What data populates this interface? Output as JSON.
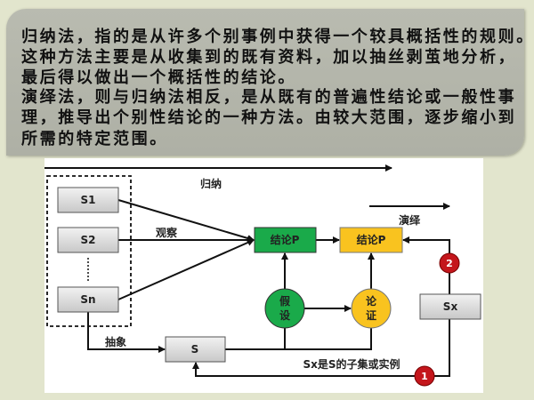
{
  "text": {
    "lines": [
      "归纳法，指的是从许多个别事例中获得一个较具概括性的规则。",
      "这种方法主要是从收集到的既有资料，加以抽丝剥茧地分析，",
      "最后得以做出一个概括性的结论。",
      "演绎法，则与归纳法相反，是从既有的普遍性结论或一般性事",
      "理，推导出个别性结论的一种方法。由较大范围，逐步缩小到",
      "所需的特定范围。"
    ]
  },
  "diagram": {
    "induction_label": "归纳",
    "deduction_label": "演绎",
    "observe_label": "观察",
    "abstract_label": "抽象",
    "boxes": {
      "s1": "S1",
      "s2": "S2",
      "sn": "Sn",
      "s": "S",
      "sx": "Sx"
    },
    "conclusion_green": "结论P",
    "conclusion_yellow": "结论P",
    "hypothesis": [
      "假",
      "设"
    ],
    "proof": [
      "论",
      "证"
    ],
    "subset_note": "Sx是S的子集或实例",
    "badge1": "1",
    "badge2": "2",
    "colors": {
      "green": "#1aaa4a",
      "yellow": "#f9c31f",
      "red": "#c4161c",
      "gray": "#d4d4d4"
    }
  }
}
